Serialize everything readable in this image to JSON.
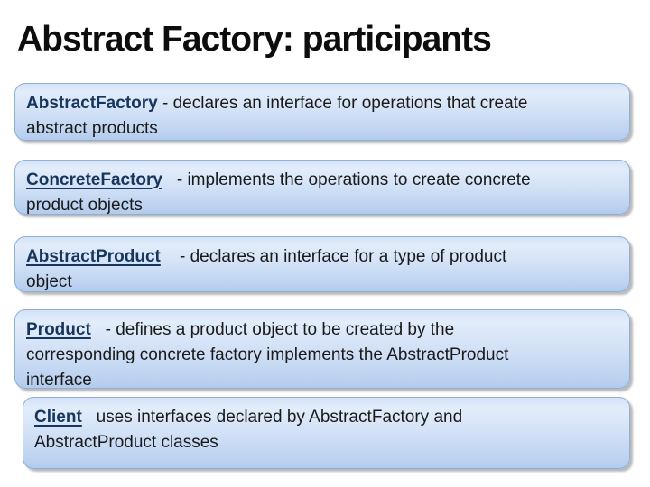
{
  "slide": {
    "title": "Abstract Factory: participants",
    "colors": {
      "background": "#ffffff",
      "title_text": "#0d0d0d",
      "heading_text": "#17365d",
      "body_text": "#1a1a1a",
      "box_border": "#8fafd4",
      "box_gradient_top": "#d4e2f6",
      "box_gradient_bottom": "#b2cbee",
      "box_shadow": "#828282"
    },
    "boxes": [
      {
        "heading": "AbstractFactory",
        "heading_underlined": false,
        "body": " - declares an interface for operations that create\nabstract products"
      },
      {
        "heading": "ConcreteFactory",
        "heading_underlined": true,
        "body": "   - implements the operations to create concrete\nproduct objects"
      },
      {
        "heading": "AbstractProduct",
        "heading_underlined": true,
        "body": "    - declares an interface for a type of product\nobject"
      },
      {
        "heading": "Product",
        "heading_underlined": true,
        "body": "   - defines a product object to be created by the\ncorresponding concrete factory implements the AbstractProduct\ninterface"
      },
      {
        "heading": "Client",
        "heading_underlined": true,
        "body": "   uses interfaces declared by AbstractFactory and\nAbstractProduct classes"
      }
    ]
  }
}
